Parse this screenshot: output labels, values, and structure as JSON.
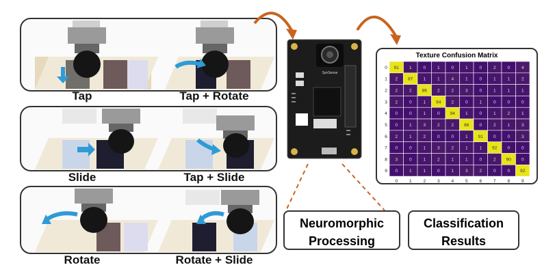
{
  "gestures": [
    {
      "label": "Tap"
    },
    {
      "label": "Tap + Rotate"
    },
    {
      "label": "Slide"
    },
    {
      "label": "Tap + Slide"
    },
    {
      "label": "Rotate"
    },
    {
      "label": "Rotate + Slide"
    }
  ],
  "board": {
    "silk_text": "SynSense"
  },
  "boxes": {
    "processing_line1": "Neuromorphic",
    "processing_line2": "Processing",
    "results_line1": "Classification",
    "results_line2": "Results"
  },
  "chart_data": {
    "type": "heatmap",
    "title": "Texture Confusion Matrix",
    "x_ticks": [
      "0",
      "1",
      "2",
      "3",
      "4",
      "5",
      "6",
      "7",
      "8",
      "9"
    ],
    "y_ticks": [
      "0",
      "1",
      "2",
      "3",
      "4",
      "5",
      "6",
      "7",
      "8",
      "9"
    ],
    "values": [
      [
        91,
        1,
        0,
        1,
        0,
        1,
        0,
        2,
        0,
        4
      ],
      [
        2,
        87,
        1,
        1,
        4,
        1,
        0,
        1,
        1,
        2
      ],
      [
        2,
        2,
        86,
        2,
        2,
        3,
        0,
        1,
        1,
        1
      ],
      [
        2,
        0,
        1,
        94,
        2,
        0,
        1,
        0,
        0,
        0
      ],
      [
        0,
        0,
        1,
        0,
        94,
        1,
        0,
        1,
        2,
        1
      ],
      [
        0,
        1,
        3,
        2,
        2,
        86,
        0,
        2,
        1,
        3
      ],
      [
        2,
        1,
        2,
        0,
        0,
        1,
        91,
        0,
        0,
        3
      ],
      [
        0,
        0,
        1,
        3,
        2,
        1,
        1,
        92,
        0,
        0
      ],
      [
        3,
        0,
        1,
        2,
        1,
        1,
        0,
        2,
        90,
        0
      ],
      [
        0,
        1,
        1,
        0,
        1,
        3,
        2,
        0,
        0,
        92
      ]
    ],
    "colors": {
      "low": "#43106d",
      "high": "#e8e419",
      "grid": "#ffffff"
    }
  },
  "colors": {
    "arrow": "#c8641e",
    "blue_arrow": "#2f9bd5",
    "dashed": "#c8641e",
    "board": "#1c1c1c"
  }
}
